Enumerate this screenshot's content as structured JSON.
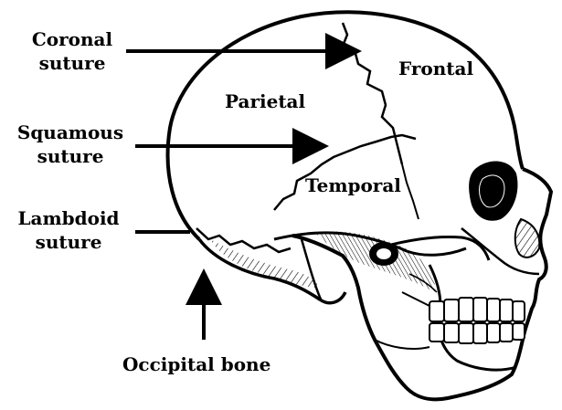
{
  "diagram": {
    "labels": {
      "coronal": [
        "Coronal",
        "suture"
      ],
      "squamous": [
        "Squamous",
        "suture"
      ],
      "lambdoid": [
        "Lambdoid",
        "suture"
      ],
      "occipital": "Occipital bone",
      "parietal": "Parietal",
      "frontal": "Frontal",
      "temporal": "Temporal"
    },
    "colors": {
      "ink": "#000000",
      "paper": "#ffffff"
    }
  }
}
